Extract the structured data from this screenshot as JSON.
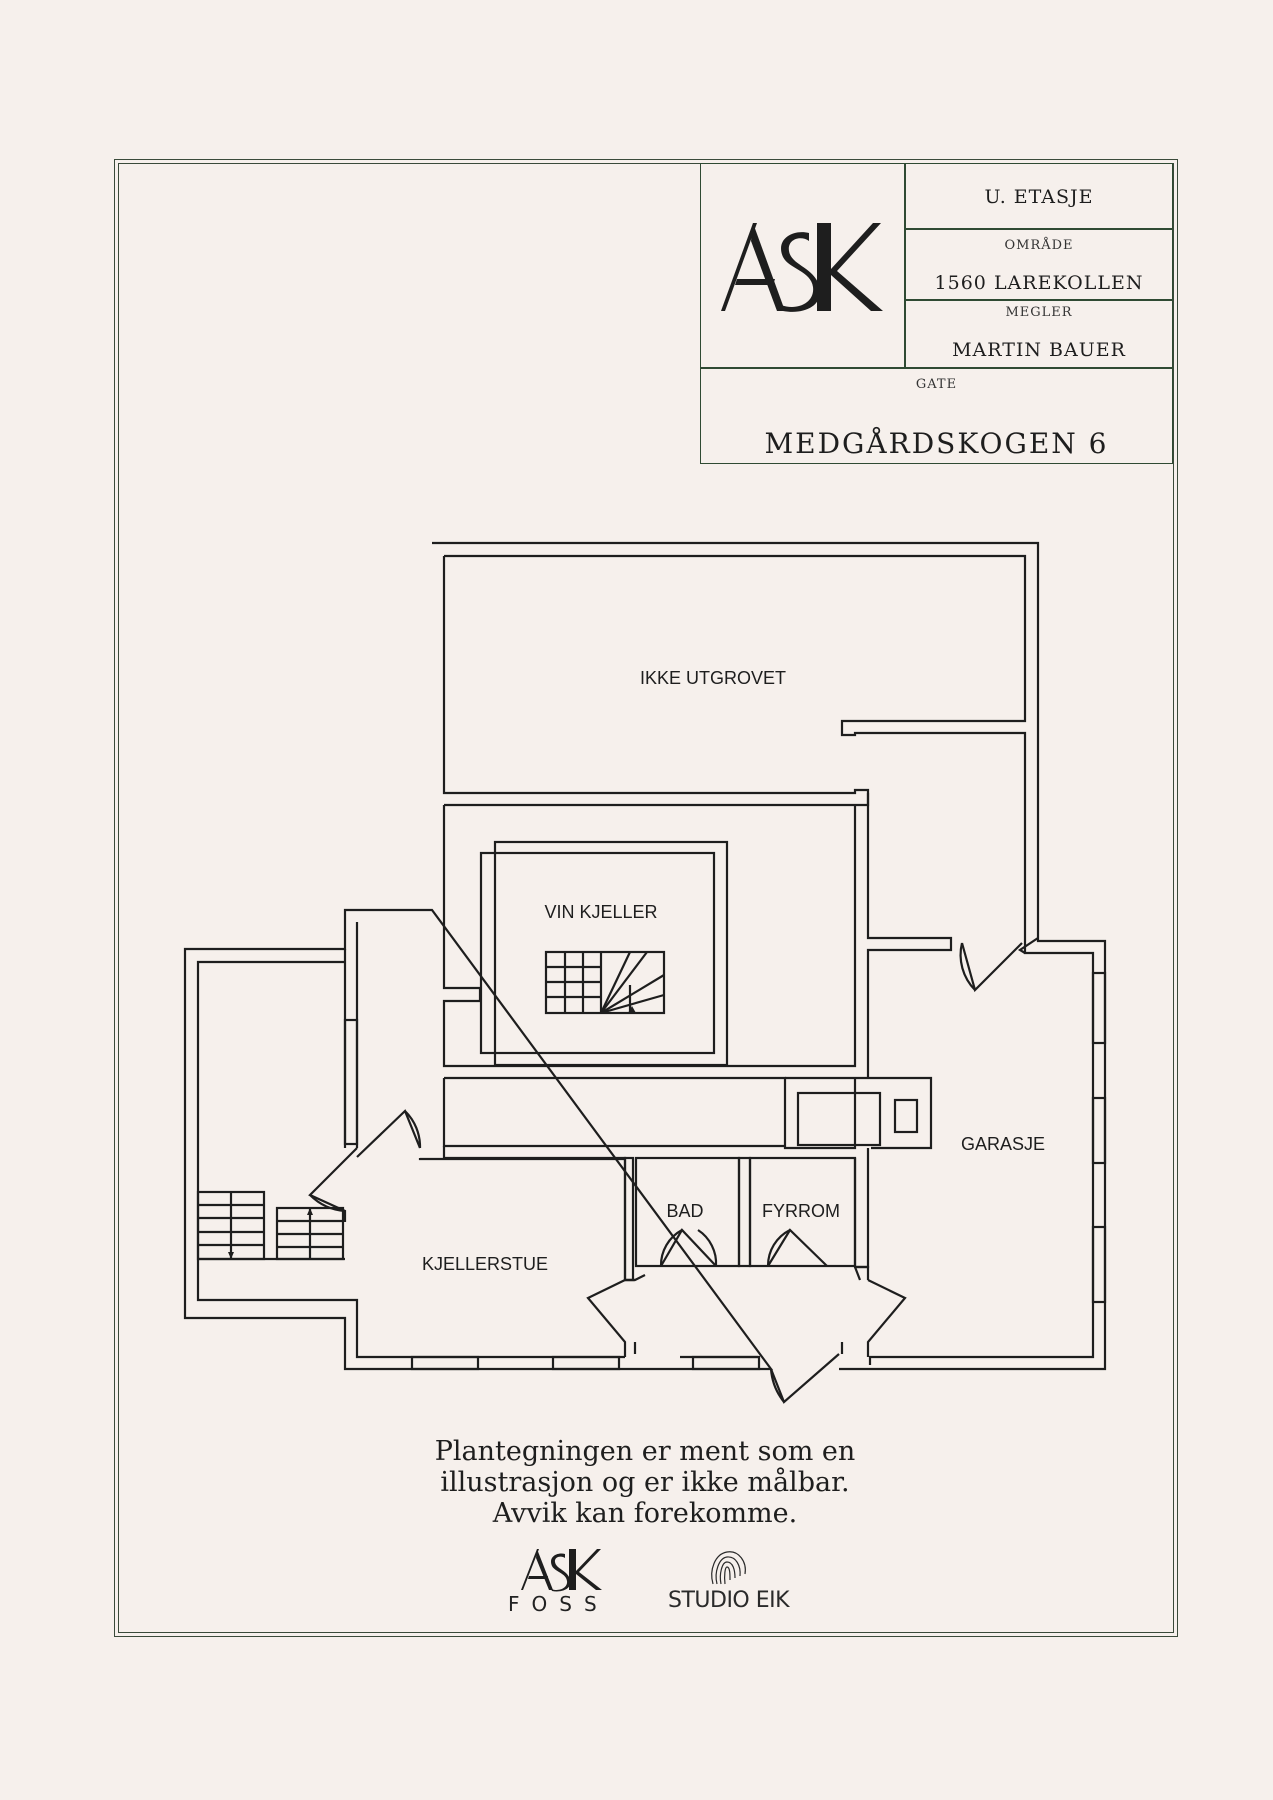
{
  "titleblock": {
    "logo": "ASK",
    "floor": "U. ETASJE",
    "area_label": "OMRÅDE",
    "area_value": "1560 LAREKOLLEN",
    "broker_label": "MEGLER",
    "broker_value": "MARTIN BAUER",
    "street_label": "GATE",
    "street_value": "MEDGÅRDSKOGEN 6"
  },
  "rooms": {
    "ikke_utgrovet": "IKKE UTGROVET",
    "vin_kjeller": "VIN KJELLER",
    "garasje": "GARASJE",
    "bad": "BAD",
    "fyrrom": "FYRROM",
    "kjellerstue": "KJELLERSTUE"
  },
  "disclaimer": {
    "line1": "Plantegningen er ment som en",
    "line2": "illustrasjon og er ikke målbar.",
    "line3": "Avvik kan forekomme."
  },
  "footer": {
    "ask_logo": "ASK",
    "foss": "FOSS",
    "studio": "STUDIO EIK"
  },
  "colors": {
    "background": "#f6f0ec",
    "frame": "#2f4a33",
    "ink": "#1e1e1e"
  }
}
